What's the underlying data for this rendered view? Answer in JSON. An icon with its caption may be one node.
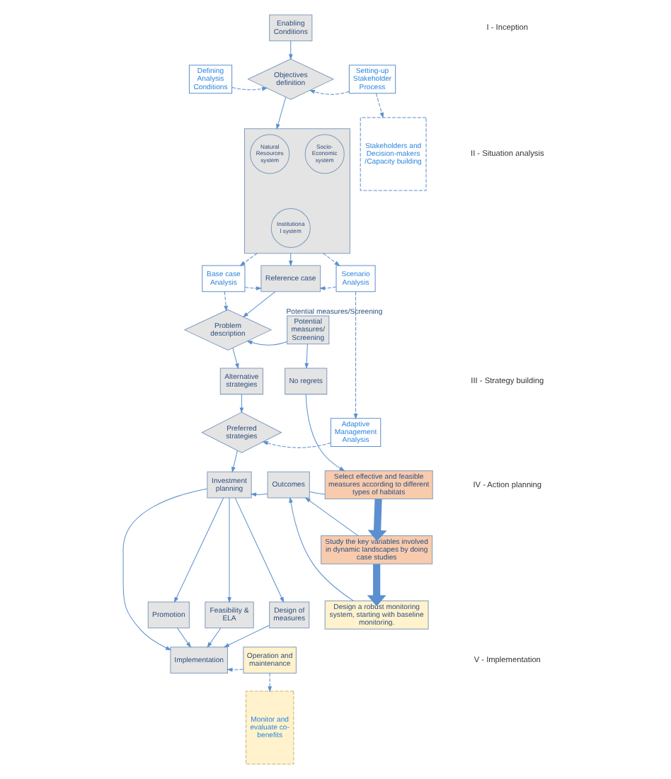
{
  "diagram": {
    "nodes": [
      {
        "text": [
          "Enabling Conditions"
        ]
      },
      {
        "text": [
          "Defining Analysis Conditions"
        ]
      },
      {
        "text": [
          "Objectives definition"
        ]
      },
      {
        "text": [
          "Setting-up Stakeholder Process"
        ]
      },
      {
        "text": [
          "Stakeholders and Decision-makers /Capacity building"
        ]
      },
      {
        "text": [],
        "shape": "box"
      },
      {
        "text": [
          "Natural Resources system"
        ],
        "in": 5
      },
      {
        "text": [
          "Socio-Economic system"
        ],
        "in": 5
      },
      {
        "text": [
          "Institutional system"
        ],
        "in": 5
      },
      {
        "text": [
          "Base case Analysis"
        ]
      },
      {
        "text": [
          "Reference case"
        ]
      },
      {
        "text": [
          "Scenario Analysis"
        ]
      },
      {
        "text": [
          "Problem description"
        ]
      },
      {
        "text": [
          "Potential measures/ Screening"
        ],
        "beside": [
          "Potential measures/Screening"
        ]
      },
      {
        "text": [
          "Monitor and evaluate co-benefits"
        ]
      },
      {
        "text": [
          "Alternative strategies"
        ]
      },
      {
        "text": [
          "No regrets"
        ]
      },
      {
        "text": [
          "Preferred strategies"
        ]
      },
      {
        "text": [
          "Adaptive Management Analysis"
        ]
      },
      {
        "text": [
          "Investment planning"
        ]
      },
      {
        "text": [
          "Outcomes"
        ]
      },
      {
        "text": [
          "Select effective and feasible measures according to different types of habitats"
        ]
      },
      {
        "text": [
          "Study the key variables involved in dynamic landscapes by doing case studies"
        ]
      },
      {
        "text": [
          "Design a robust monitoring system, starting with baseline monitoring."
        ]
      },
      {
        "text": [
          "Promotion"
        ]
      },
      {
        "text": [
          "Feasibility & ELA"
        ]
      },
      {
        "text": [
          "Design of measures"
        ]
      },
      {
        "text": [
          "Implementation"
        ]
      },
      {
        "text": [
          "Operation and maintenance"
        ]
      }
    ],
    "edges": [
      {
        "from": 0,
        "to": 2,
        "arrow": "to"
      },
      {
        "from": 1,
        "to": 2,
        "arrow": "to",
        "style": "dashed"
      },
      {
        "from": 3,
        "to": 2,
        "arrow": "to",
        "style": "dashed"
      },
      {
        "from": 3,
        "to": 4,
        "arrow": "to",
        "style": "dashed"
      },
      {
        "from": 2,
        "to": 5,
        "arrow": "to"
      },
      {
        "from": 5,
        "to": 9,
        "arrow": "to",
        "style": "dashed"
      },
      {
        "from": 5,
        "to": 10,
        "arrow": "to"
      },
      {
        "from": 5,
        "to": 11,
        "arrow": "to",
        "style": "dashed"
      },
      {
        "from": 9,
        "to": 10,
        "arrow": "to",
        "style": "dashed"
      },
      {
        "from": 11,
        "to": 10,
        "arrow": "to",
        "style": "dashed"
      },
      {
        "from": 10,
        "to": 12,
        "arrow": "to"
      },
      {
        "from": 9,
        "to": 12,
        "arrow": "to",
        "style": "dashed"
      },
      {
        "from": 13,
        "to": 12,
        "arrow": "to"
      },
      {
        "from": 13,
        "to": 16,
        "arrow": "to"
      },
      {
        "from": 12,
        "to": 15,
        "arrow": "to"
      },
      {
        "from": 11,
        "to": 18,
        "arrow": "to",
        "style": "dashed"
      },
      {
        "from": 15,
        "to": 17,
        "arrow": "to"
      },
      {
        "from": 18,
        "to": 17,
        "arrow": "to",
        "style": "dashed"
      },
      {
        "from": 17,
        "to": 19,
        "arrow": "to"
      },
      {
        "from": 16,
        "to": 21,
        "arrow": "to"
      },
      {
        "from": 21,
        "to": 20,
        "arrow": "none"
      },
      {
        "from": 20,
        "to": 19,
        "arrow": "to"
      },
      {
        "from": 21,
        "to": 22,
        "arrow": "to",
        "style": "thick"
      },
      {
        "from": 22,
        "to": 23,
        "arrow": "to",
        "style": "thick"
      },
      {
        "from": 22,
        "to": 20,
        "arrow": "to"
      },
      {
        "from": 23,
        "to": 20,
        "arrow": "to"
      },
      {
        "from": 19,
        "to": 24,
        "arrow": "to"
      },
      {
        "from": 19,
        "to": 25,
        "arrow": "to"
      },
      {
        "from": 19,
        "to": 26,
        "arrow": "to"
      },
      {
        "from": 24,
        "to": 27,
        "arrow": "to"
      },
      {
        "from": 25,
        "to": 27,
        "arrow": "to"
      },
      {
        "from": 26,
        "to": 27,
        "arrow": "to"
      },
      {
        "from": 19,
        "to": 27,
        "arrow": "to"
      },
      {
        "from": 28,
        "to": 27,
        "arrow": "to",
        "style": "dashed"
      },
      {
        "from": 28,
        "to": 14,
        "arrow": "to",
        "style": "dashed"
      }
    ],
    "labels": [
      "I - Inception",
      "II - Situation analysis",
      "III - Strategy building",
      "IV - Action planning",
      "V - Implementation"
    ]
  }
}
